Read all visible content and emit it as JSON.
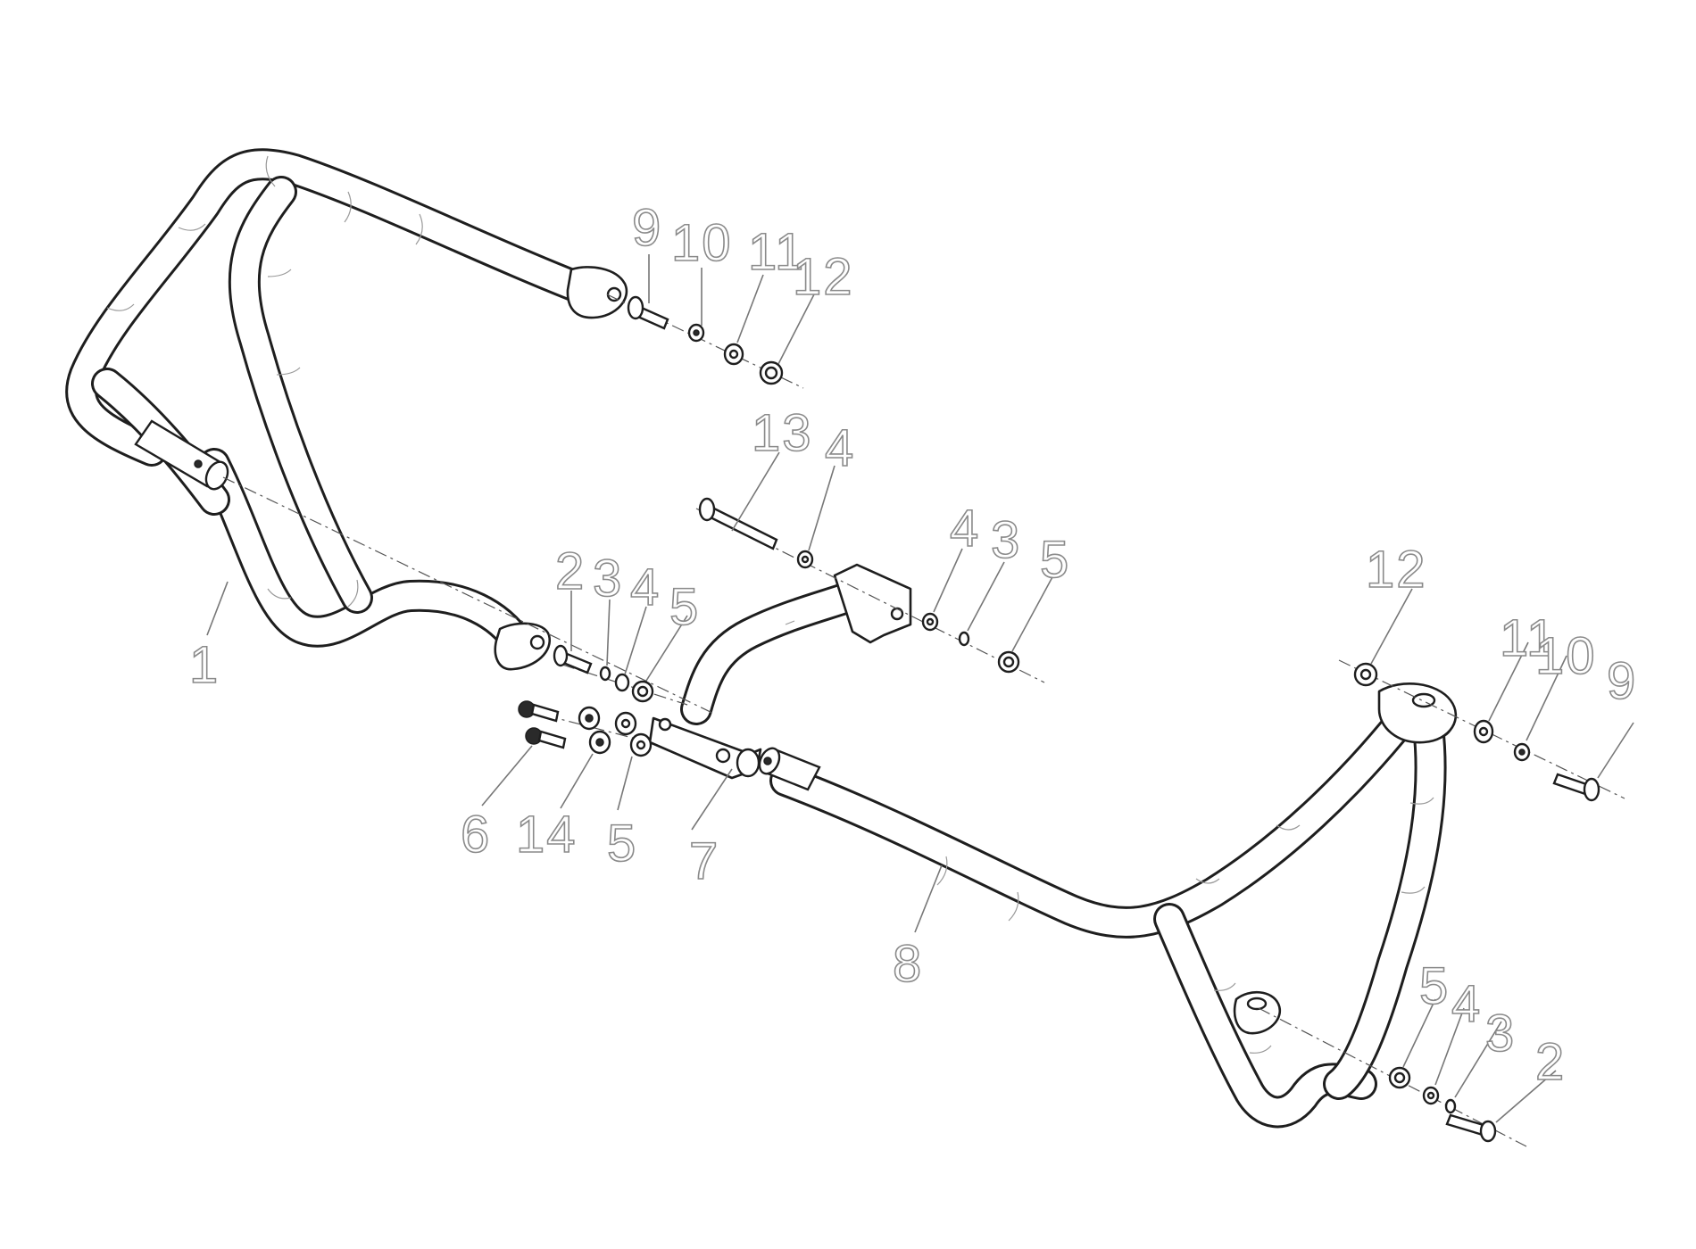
{
  "diagram": {
    "callouts": [
      {
        "id": "c-9-top",
        "text": "9"
      },
      {
        "id": "c-10-top",
        "text": "10"
      },
      {
        "id": "c-11-top",
        "text": "11"
      },
      {
        "id": "c-12-top",
        "text": "12"
      },
      {
        "id": "c-13",
        "text": "13"
      },
      {
        "id": "c-4-mid",
        "text": "4"
      },
      {
        "id": "c-4-right",
        "text": "4"
      },
      {
        "id": "c-3-right",
        "text": "3"
      },
      {
        "id": "c-5-right",
        "text": "5"
      },
      {
        "id": "c-2-left",
        "text": "2"
      },
      {
        "id": "c-3-left",
        "text": "3"
      },
      {
        "id": "c-4-left",
        "text": "4"
      },
      {
        "id": "c-5-left",
        "text": "5"
      },
      {
        "id": "c-1",
        "text": "1"
      },
      {
        "id": "c-6",
        "text": "6"
      },
      {
        "id": "c-14",
        "text": "14"
      },
      {
        "id": "c-5-bottom",
        "text": "5"
      },
      {
        "id": "c-7",
        "text": "7"
      },
      {
        "id": "c-8",
        "text": "8"
      },
      {
        "id": "c-12-right",
        "text": "12"
      },
      {
        "id": "c-11-right",
        "text": "11"
      },
      {
        "id": "c-10-right",
        "text": "10"
      },
      {
        "id": "c-9-right",
        "text": "9"
      },
      {
        "id": "c-5-lower",
        "text": "5"
      },
      {
        "id": "c-4-lower",
        "text": "4"
      },
      {
        "id": "c-3-lower",
        "text": "3"
      },
      {
        "id": "c-2-lower",
        "text": "2"
      }
    ]
  }
}
